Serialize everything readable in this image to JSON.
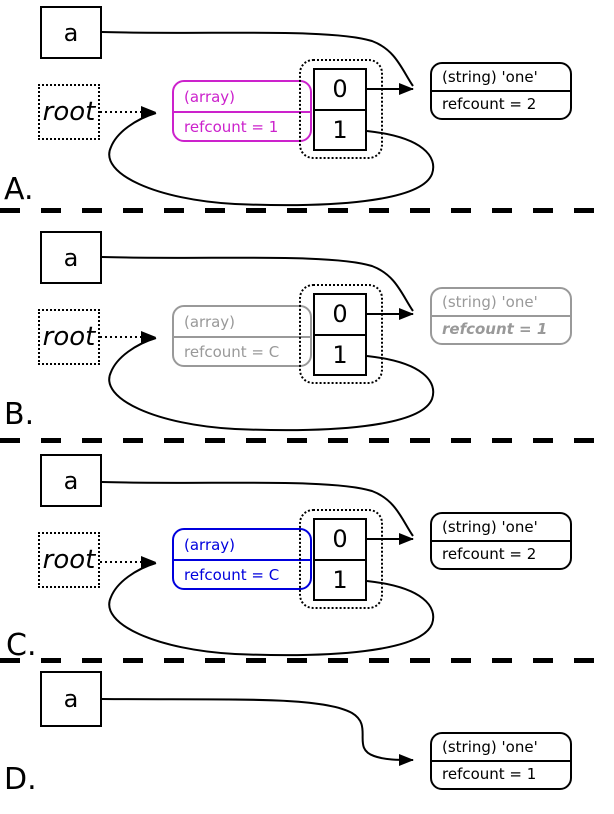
{
  "figure": {
    "description": "Reference counting cycle-collection diagram in four states",
    "colors": {
      "highlight_magenta": "#cc22cc",
      "highlight_blue": "#0000dd",
      "dimmed_gray": "#999999",
      "normal_black": "#000000"
    }
  },
  "panels": [
    {
      "label": "A.",
      "var_label": "a",
      "root_label": "root",
      "array": {
        "type_label": "(array)",
        "refcount_label": "refcount = 1",
        "color": "#cc22cc"
      },
      "cells": [
        "0",
        "1"
      ],
      "string": {
        "type_label": "(string) 'one'",
        "refcount_label": "refcount = 2",
        "color": "#000000",
        "refcount_emphasis": false
      }
    },
    {
      "label": "B.",
      "var_label": "a",
      "root_label": "root",
      "array": {
        "type_label": "(array)",
        "refcount_label": "refcount = C",
        "color": "#999999"
      },
      "cells": [
        "0",
        "1"
      ],
      "string": {
        "type_label": "(string) 'one'",
        "refcount_label": "refcount = 1",
        "color": "#999999",
        "refcount_emphasis": true
      }
    },
    {
      "label": "C.",
      "var_label": "a",
      "root_label": "root",
      "array": {
        "type_label": "(array)",
        "refcount_label": "refcount = C",
        "color": "#0000dd"
      },
      "cells": [
        "0",
        "1"
      ],
      "string": {
        "type_label": "(string) 'one'",
        "refcount_label": "refcount = 2",
        "color": "#000000",
        "refcount_emphasis": false
      }
    },
    {
      "label": "D.",
      "var_label": "a",
      "string": {
        "type_label": "(string) 'one'",
        "refcount_label": "refcount = 1",
        "color": "#000000",
        "refcount_emphasis": false
      }
    }
  ]
}
